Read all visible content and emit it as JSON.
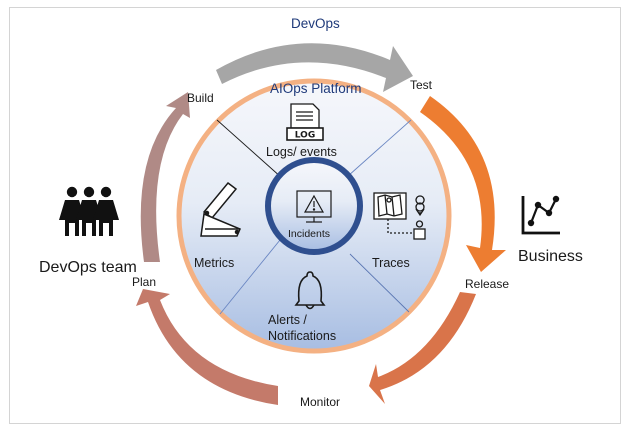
{
  "title": "DevOps",
  "platform": {
    "label": "AIOps Platform",
    "center": {
      "label": "Incidents",
      "icon": "monitor-warning-icon"
    },
    "quadrants": [
      {
        "label": "Logs/ events",
        "icon": "log-file-icon"
      },
      {
        "label": "Metrics",
        "icon": "ruler-metrics-icon"
      },
      {
        "label": "Traces",
        "icon": "map-trace-icon"
      },
      {
        "label": "Alerts / Notifications",
        "label_lines": [
          "Alerts /",
          "Notifications"
        ],
        "icon": "bell-icon"
      }
    ]
  },
  "cycle": {
    "stages": [
      "Build",
      "Test",
      "Release",
      "Monitor",
      "Plan"
    ],
    "arrow_colors": {
      "build": "#b08a86",
      "devops": "#a6a6a6",
      "test": "#ed7d31",
      "release": "#d9744a",
      "plan": "#c47a6a"
    }
  },
  "actors": {
    "team": {
      "label": "DevOps team",
      "icon": "people-group-icon"
    },
    "business": {
      "label": "Business",
      "icon": "line-chart-icon"
    }
  },
  "colors": {
    "ring_orange": "#f4b183",
    "incident_ring": "#2f4f8f",
    "fill_top": "#f4f6fb",
    "fill_bottom": "#a9bfe3",
    "title_blue": "#1f3a7a"
  }
}
